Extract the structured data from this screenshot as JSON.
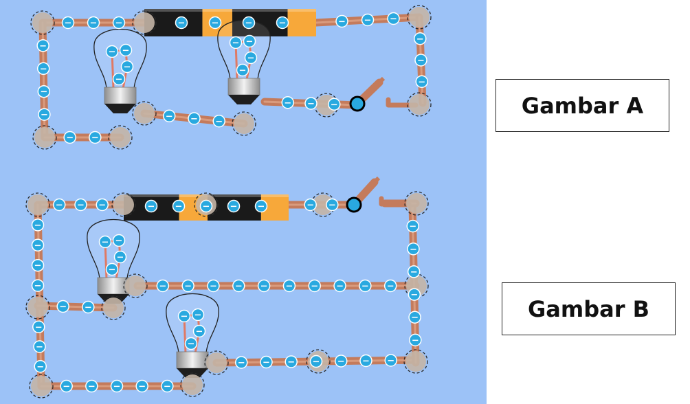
{
  "labels": {
    "circuit_a": "Gambar A",
    "circuit_b": "Gambar B"
  },
  "electron_symbol": "−",
  "colors": {
    "background": "#9cc2f7",
    "wire": "#c47b5c",
    "wire_highlight": "#e3a98c",
    "electron": "#29a9e0",
    "battery_body": "#1a1a1a",
    "battery_terminal": "#f7a83a",
    "junction_halo": "#c4b5a6",
    "bulb_base": "#b9b9b9"
  },
  "circuits": [
    {
      "name": "Gambar A",
      "arrangement": "series",
      "batteries": 2,
      "bulbs": 2,
      "switch": "open"
    },
    {
      "name": "Gambar B",
      "arrangement": "parallel",
      "batteries": 2,
      "bulbs": 2,
      "switch": "open"
    }
  ]
}
